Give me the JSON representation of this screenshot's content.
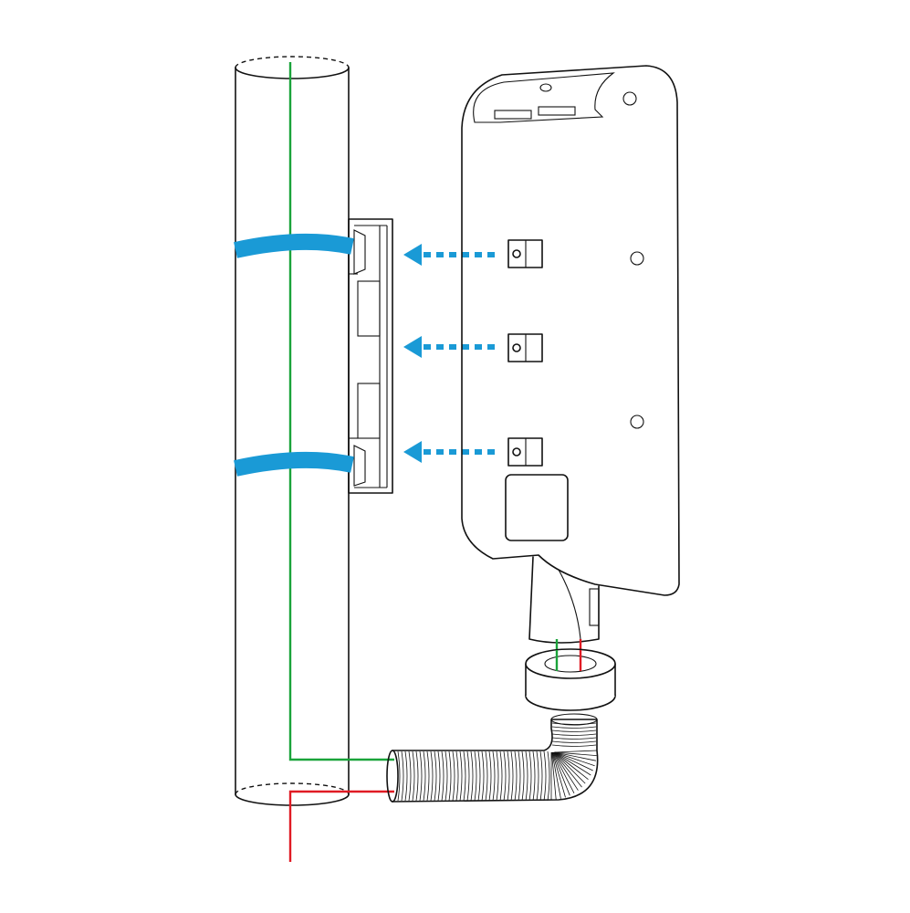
{
  "diagram": {
    "colors": {
      "outline": "#111111",
      "background": "#ffffff",
      "strap": "#1a9ad6",
      "arrow": "#1a9ad6",
      "ground_wire": "#1aa33a",
      "live_wire": "#e01b24"
    },
    "parts": [
      {
        "id": "pole",
        "kind": "vertical-pole"
      },
      {
        "id": "mounting-bracket",
        "kind": "bracket"
      },
      {
        "id": "pole-strap",
        "count": 2
      },
      {
        "id": "device-housing",
        "kind": "wall-box"
      },
      {
        "id": "mounting-lug",
        "count": 3
      },
      {
        "id": "mount-direction-arrow",
        "count": 3,
        "icon": "dotted-arrow-left-icon"
      },
      {
        "id": "cable-gland-nut",
        "kind": "ring"
      },
      {
        "id": "flexible-conduit",
        "kind": "corrugated-elbow"
      },
      {
        "id": "ground-wire",
        "color": "green"
      },
      {
        "id": "live-wire",
        "color": "red"
      }
    ]
  }
}
